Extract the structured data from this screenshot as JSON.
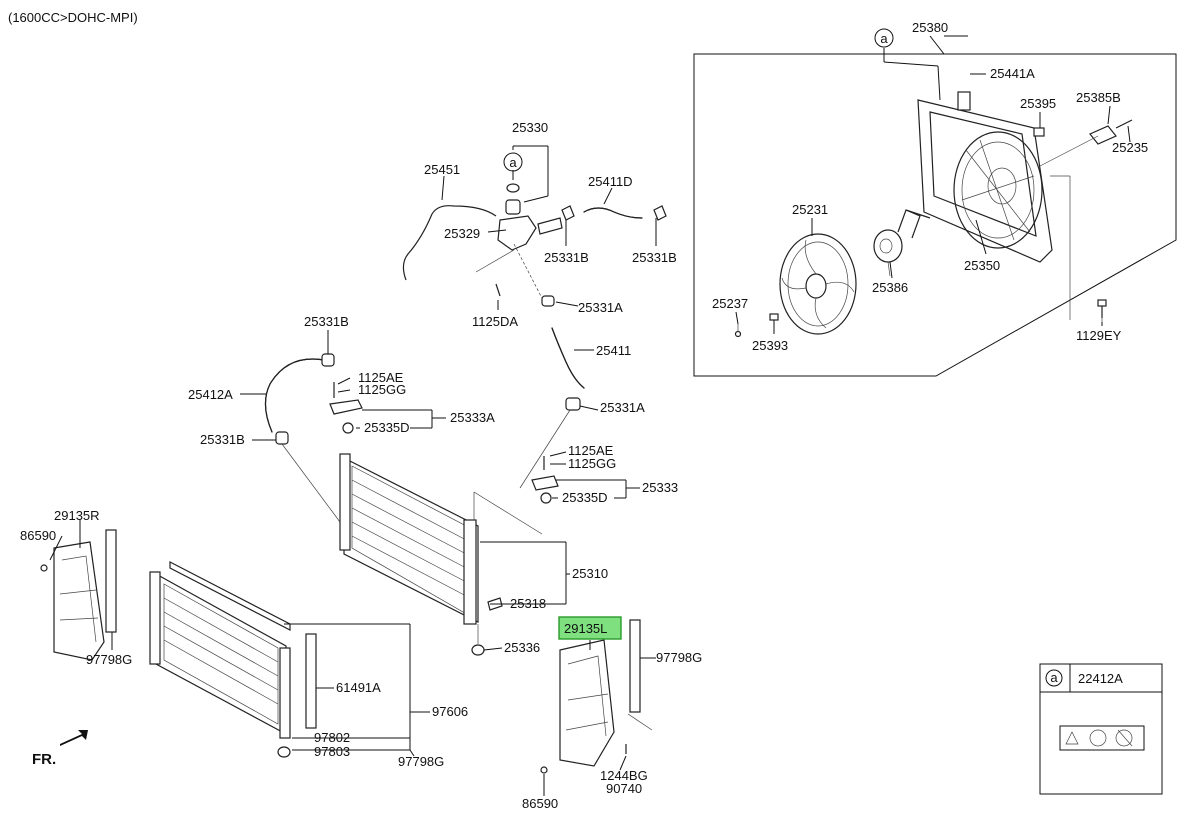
{
  "header": {
    "engine_note": "(1600CC>DOHC-MPI)"
  },
  "front_marker": "FR.",
  "highlighted_part": "29135L",
  "callout_marker": "a",
  "parts": {
    "p25380": "25380",
    "p25441A": "25441A",
    "p25395": "25395",
    "p25385B": "25385B",
    "p25235": "25235",
    "p25231": "25231",
    "p25350": "25350",
    "p25386": "25386",
    "p25237": "25237",
    "p25393": "25393",
    "p1129EY": "1129EY",
    "p25330": "25330",
    "p25451": "25451",
    "p25411D": "25411D",
    "p25329": "25329",
    "p25331B_a": "25331B",
    "p25331B_b": "25331B",
    "p25331B_c": "25331B",
    "p25331B_d": "25331B",
    "p25331A_a": "25331A",
    "p25331A_b": "25331A",
    "p1125DA": "1125DA",
    "p25411": "25411",
    "p1125AE_a": "1125AE",
    "p1125GG_a": "1125GG",
    "p1125AE_b": "1125AE",
    "p1125GG_b": "1125GG",
    "p25412A": "25412A",
    "p25333A": "25333A",
    "p25335D_a": "25335D",
    "p25335D_b": "25335D",
    "p25333": "25333",
    "p29135R": "29135R",
    "p86590_a": "86590",
    "p86590_b": "86590",
    "p25310": "25310",
    "p25318": "25318",
    "p29135L": "29135L",
    "p97798G_a": "97798G",
    "p97798G_b": "97798G",
    "p97798G_c": "97798G",
    "p25336": "25336",
    "p61491A": "61491A",
    "p97606": "97606",
    "p97802": "97802",
    "p97803": "97803",
    "p1244BG": "1244BG",
    "p90740": "90740"
  },
  "legend": {
    "marker": "a",
    "part": "22412A"
  },
  "colors": {
    "highlight_fill": "#7fe07f",
    "highlight_border": "#2a9a2a",
    "line": "#111111"
  }
}
